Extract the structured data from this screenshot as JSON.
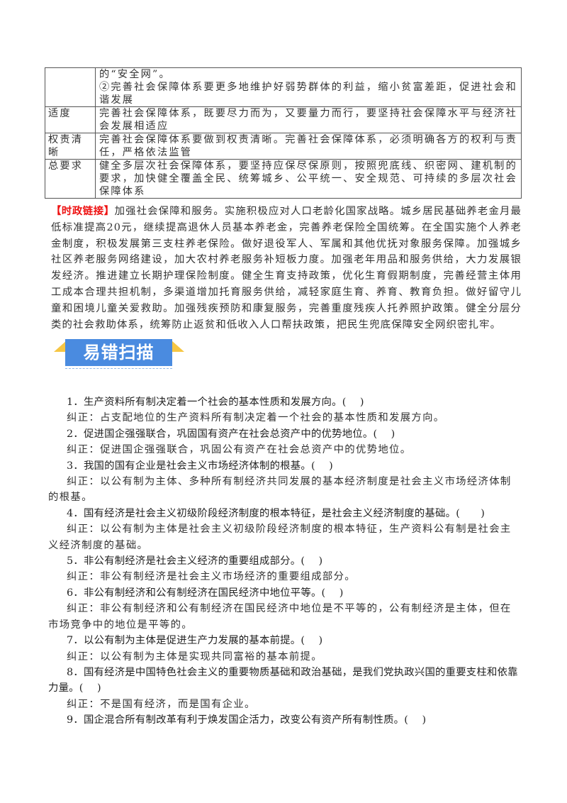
{
  "table": {
    "rows": [
      {
        "key": "",
        "lines": [
          "的“安全网”。",
          "②完善社会保障体系要更多地维护好弱势群体的利益，缩小贫富差距，促进社会和谐发展"
        ]
      },
      {
        "key": "适度",
        "lines": [
          "完善社会保障体系，既要尽力而为，又要量力而行，要坚持社会保障水平与经济社会发展相适应"
        ]
      },
      {
        "key": "权责清晰",
        "lines": [
          "完善社会保障体系要做到权责清晰。完善社会保障体系，必须明确各方的权利与责任，严格依法监管"
        ]
      },
      {
        "key": "总要求",
        "lines": [
          "健全多层次社会保障体系，要坚持应保尽保原则，按照兜底线、织密网、建机制的要求，加快健全覆盖全民、统筹城乡、公平统一、安全规范、可持续的多层次社会保障体系"
        ]
      }
    ]
  },
  "news": {
    "tag": "【时政链接】",
    "text": "加强社会保障和服务。实施积极应对人口老龄化国家战略。城乡居民基础养老金月最低标准提高20元，继续提高退休人员基本养老金，完善养老保险全国统筹。在全国实施个人养老金制度，积极发展第三支柱养老保险。做好退役军人、军属和其他优抚对象服务保障。加强城乡社区养老服务网络建设，加大农村养老服务补短板力度。加强老年用品和服务供给，大力发展银发经济。推进建立长期护理保险制度。健全生育支持政策，优化生育假期制度，完善经营主体用工成本合理共担机制，多渠道增加托育服务供给，减轻家庭生育、养育、教育负担。做好留守儿童和困境儿童关爱救助。加强残疾预防和康复服务，完善重度残疾人托养照护政策。健全分层分类的社会救助体系，统筹防止返贫和低收入人口帮扶政策，把民生兜底保障安全网织密扎牢。"
  },
  "banner": {
    "title": "易错扫描"
  },
  "items": [
    {
      "q": "1．生产资料所有制决定着一个社会的基本性质和发展方向。(　 )",
      "a": "纠正：占支配地位的生产资料所有制决定着一个社会的基本性质和发展方向。"
    },
    {
      "q": "2．促进国企强强联合，巩固国有资产在社会总资产中的优势地位。(　 )",
      "a": "纠正：促进国企强强联合，巩固公有资产在社会总资产中的优势地位。"
    },
    {
      "q": "3．我国的国有企业是社会主义市场经济体制的根基。(　 )",
      "a": "纠正：以公有制为主体、多种所有制经济共同发展的基本经济制度是社会主义市场经济体制的根基。"
    },
    {
      "q": "4．国有经济是社会主义初级阶段经济制度的根本特征，是社会主义经济制度的基础。(　　)",
      "a": "纠正：以公有制为主体是社会主义初级阶段经济制度的根本特征，生产资料公有制是社会主义经济制度的基础。"
    },
    {
      "q": "5．非公有制经济是社会主义经济的重要组成部分。(　 )",
      "a": "纠正：非公有制经济是社会主义市场经济的重要组成部分。"
    },
    {
      "q": "6．非公有制经济和公有制经济在国民经济中地位平等。(　 )",
      "a": "纠正：非公有制经济和公有制经济在国民经济中地位是不平等的，公有制经济是主体，但在市场竞争中的地位是平等的。"
    },
    {
      "q": "7．以公有制为主体是促进生产力发展的基本前提。(　 )",
      "a": "纠正：以公有制为主体是实现共同富裕的基本前提。"
    },
    {
      "q": "8．国有经济是中国特色社会主义的重要物质基础和政治基础，是我们党执政兴国的重要支柱和依靠力量。(　 )",
      "a": "纠正：不是国有经济，而是国有企业。"
    },
    {
      "q": "9．国企混合所有制改革有利于焕发国企活力，改变公有资产所有制性质。(　 )",
      "a": ""
    }
  ]
}
